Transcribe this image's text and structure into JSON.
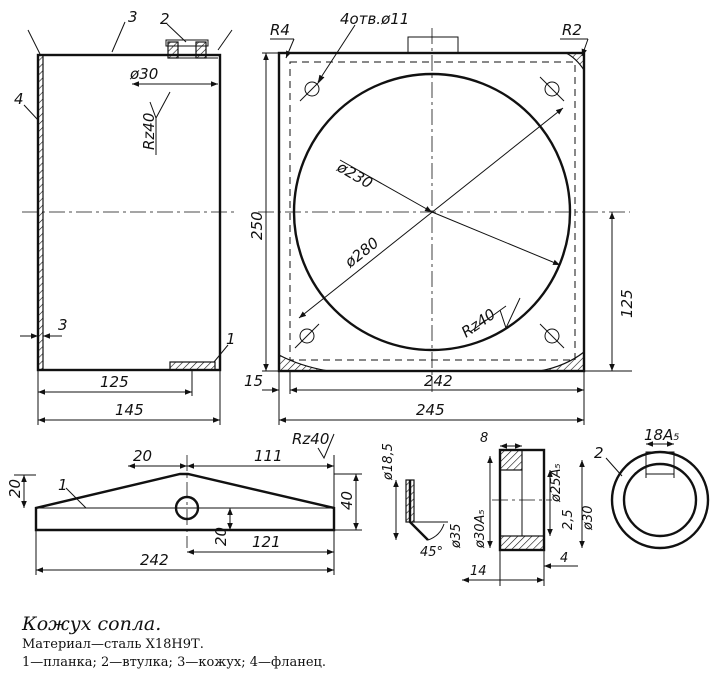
{
  "caption": {
    "title": "Кожух сопла.",
    "material": "Материал—сталь Х18Н9Т.",
    "legend": "1—планка; 2—втулка; 3—кожух; 4—фланец."
  },
  "side_view": {
    "callouts": [
      "3",
      "2",
      "4",
      "1"
    ],
    "dims": {
      "d30": "ø30",
      "rz40": "Rz40",
      "t3": "3",
      "w125": "125",
      "w145": "145"
    }
  },
  "front_view": {
    "holes": "4отв.ø11",
    "r4": "R4",
    "r2": "R2",
    "d230": "ø230",
    "d280": "ø280",
    "h250": "250",
    "h125": "125",
    "rz40": "Rz40",
    "w15": "15",
    "w242": "242",
    "w245": "245"
  },
  "plank_view": {
    "callout": "1",
    "rz40": "Rz40",
    "d20_top": "20",
    "d111": "111",
    "d20_left": "20",
    "d40": "40",
    "d20_mid": "20",
    "d121": "121",
    "d242": "242"
  },
  "bushing_view": {
    "d18_5": "ø18,5",
    "d35": "ø35",
    "a45": "45°",
    "d8": "8",
    "d25a5": "ø25A₅",
    "d30a5": "ø30A₅",
    "d2_5": "2,5",
    "d30": "ø30",
    "d14": "14",
    "d4": "4"
  },
  "circle_view": {
    "callout": "2",
    "d18a5": "18A₅"
  }
}
